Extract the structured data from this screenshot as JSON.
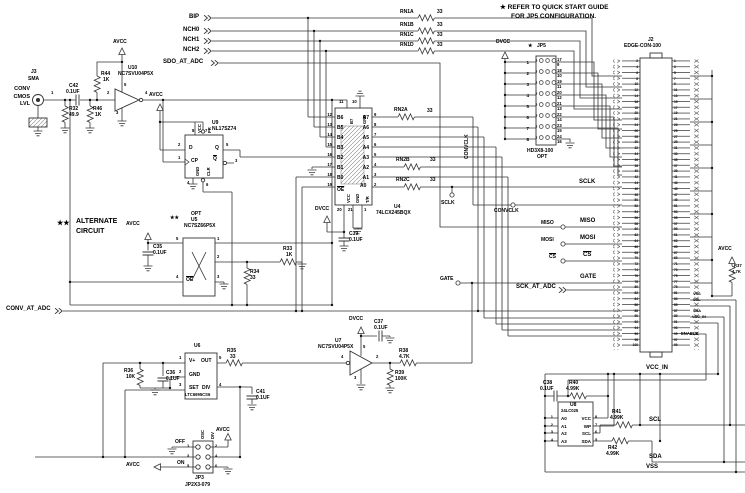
{
  "note": {
    "line1": "★ REFER TO QUICK START GUIDE",
    "line2": "FOR JP5 CONFIGURATION."
  },
  "alternate": {
    "stars": "★★",
    "line1": "ALTERNATE",
    "line2": "CIRCUIT"
  },
  "power": {
    "avcc": "AVCC",
    "dvcc": "DVCC",
    "vss": "VSS",
    "vcc_in": "VCC_IN"
  },
  "nets": {
    "conv_cmos_lvl": [
      "CONV",
      "CMOS",
      "LVL"
    ],
    "bip": "BIP",
    "nch0": "NCH0",
    "nch1": "NCH1",
    "nch2": "NCH2",
    "sdo_at_adc": "SDO_AT_ADC",
    "conv_at_adc": "CONV_AT_ADC",
    "sck_at_adc": "SCK_AT_ADC",
    "sclk": "SCLK",
    "convclk": "CONVCLK",
    "miso": "MISO",
    "mosi": "MOSI",
    "cs": "CS",
    "gate": "GATE",
    "scl": "SCL",
    "sda": "SDA",
    "enable": "ENABLE"
  },
  "components": {
    "j3": {
      "ref": "J3",
      "type": "SMA"
    },
    "c42": {
      "ref": "C42",
      "val": "0.1UF"
    },
    "r32": {
      "ref": "R32",
      "val": "49.9"
    },
    "r46": {
      "ref": "R46",
      "val": "1K"
    },
    "r44": {
      "ref": "R44",
      "val": "1K"
    },
    "u10": {
      "ref": "U10",
      "part": "NC7SVU04P5X"
    },
    "u9": {
      "ref": "U9",
      "part": "NL17SZ74"
    },
    "u5": {
      "ref": "U5",
      "part": "NC7SZ66P5X",
      "opt": "OPT"
    },
    "c35": {
      "ref": "C35",
      "val": "0.1UF"
    },
    "r33": {
      "ref": "R33",
      "val": "1K"
    },
    "r34": {
      "ref": "R34",
      "val": "33"
    },
    "u4": {
      "ref": "U4",
      "part": "74LCX245BQX"
    },
    "c39": {
      "ref": "C39",
      "val": "0.1UF"
    },
    "rn1": {
      "a": "RN1A",
      "b": "RN1B",
      "c": "RN1C",
      "d": "RN1D",
      "val": "33"
    },
    "rn2": {
      "a": "RN2A",
      "b": "RN2B",
      "c": "RN2C",
      "val": "33"
    },
    "jp5": {
      "ref": "JP5",
      "part": "HD3X8-100",
      "opt": "OPT",
      "star": "★"
    },
    "j2": {
      "ref": "J2",
      "part": "EDGE-CON-100"
    },
    "u7": {
      "ref": "U7",
      "part": "NC7SVU04P5X"
    },
    "c37": {
      "ref": "C37",
      "val": "0.1UF"
    },
    "r38": {
      "ref": "R38",
      "val": "4.7K"
    },
    "r39": {
      "ref": "R39",
      "val": "100K"
    },
    "u6": {
      "ref": "U6",
      "part": "LTC6995CS6"
    },
    "r35": {
      "ref": "R35",
      "val": "33"
    },
    "r36": {
      "ref": "R36",
      "val": "10K"
    },
    "c36": {
      "ref": "C36",
      "val": "0.1UF"
    },
    "c41": {
      "ref": "C41",
      "val": "0.1UF"
    },
    "jp3": {
      "ref": "JP3",
      "part": "JP2X3-079",
      "osc": "OSC",
      "div": "DIV",
      "off": "OFF",
      "on": "ON"
    },
    "u8": {
      "ref": "U8",
      "part": "24LC025"
    },
    "c38": {
      "ref": "C38",
      "val": "0.1UF"
    },
    "r40": {
      "ref": "R40",
      "val": "4.99K"
    },
    "r41": {
      "ref": "R41",
      "val": "4.99K"
    },
    "r42": {
      "ref": "R42",
      "val": "4.99K"
    },
    "r37": {
      "ref": "R37",
      "val": "4.7K"
    }
  },
  "pins": {
    "misc": {
      "n1": "1",
      "n2": "2",
      "n4": "4"
    },
    "u10": {
      "n2": "2",
      "n4": "4",
      "n5": "5",
      "n3": "3"
    },
    "u9": {
      "d": "D",
      "cp": "CP",
      "vcc": "VCC",
      "pr": "PR",
      "q": "Q",
      "qbar": "Q",
      "gnd": "GND",
      "clr": "CLR",
      "n2": "2",
      "n1": "1",
      "n8": "8",
      "n7": "7",
      "n5": "5",
      "n3": "3",
      "n4": "4",
      "n6": "6"
    },
    "u5": {
      "oe": "OE",
      "n5": "5",
      "n1": "1",
      "n2": "2",
      "n4": "4",
      "n3": "3"
    },
    "u4": {
      "b": [
        "B6",
        "B5",
        "B4",
        "B3",
        "B2",
        "B1",
        "B0"
      ],
      "oe": "OE",
      "a": [
        "A7",
        "A6",
        "A5",
        "A4",
        "A3",
        "A2",
        "A1"
      ],
      "a0": "A0",
      "b7": "B7",
      "gnd_top": "GND",
      "vcc": "VCC",
      "gnd_bot": "GND",
      "tr": "T/R",
      "left_nums": [
        "12",
        "13",
        "14",
        "15",
        "16",
        "17",
        "18",
        "19"
      ],
      "right_nums": [
        "9",
        "8",
        "7",
        "6",
        "5",
        "4",
        "3",
        "2"
      ],
      "n11": "11",
      "n10": "10",
      "n20": "20",
      "n21": "21",
      "n1": "1"
    },
    "u7": {
      "n4": "4",
      "n2": "2",
      "n5": "5",
      "n3": "3"
    },
    "u6": {
      "vplus": "V+",
      "gnd": "GND",
      "set": "SET",
      "out": "OUT",
      "div": "DIV",
      "n1": "1",
      "n2": "2",
      "n3": "3",
      "n5": "5",
      "n4": "4"
    },
    "u8": {
      "left": [
        "A0",
        "A1",
        "A2",
        "A3"
      ],
      "right": [
        "VCC",
        "WP",
        "SCL",
        "SDA"
      ],
      "left_nums": [
        "1",
        "2",
        "3",
        "4"
      ],
      "right_nums": [
        "8",
        "7",
        "6",
        "5"
      ]
    },
    "jp5": {
      "left": [
        "1",
        "2",
        "3",
        "4",
        "5",
        "6",
        "7",
        "8"
      ],
      "mid": [
        "17",
        "18",
        "19",
        "20",
        "21",
        "22",
        "23",
        "24"
      ],
      "sub": [
        "9",
        "10",
        "11",
        "12",
        "13",
        "14",
        "15",
        "16"
      ]
    },
    "jp3": {
      "left": [
        "1",
        "3",
        "5"
      ],
      "right": [
        "2",
        "4",
        "6"
      ]
    },
    "j2": {
      "left": [
        "2",
        "4",
        "6",
        "8",
        "10",
        "12",
        "14",
        "16",
        "18",
        "20",
        "22",
        "24",
        "26",
        "28",
        "30",
        "32",
        "34",
        "36",
        "38",
        "40",
        "42",
        "44",
        "46",
        "48",
        "50",
        "52",
        "54",
        "56",
        "58",
        "60",
        "62",
        "64",
        "66",
        "68",
        "70",
        "72",
        "74",
        "76",
        "78",
        "80",
        "82",
        "84",
        "86",
        "88",
        "90",
        "92",
        "94",
        "96",
        "98",
        "100"
      ],
      "right": [
        "1",
        "3",
        "5",
        "7",
        "9",
        "11",
        "13",
        "15",
        "17",
        "19",
        "21",
        "23",
        "25",
        "27",
        "29",
        "31",
        "33",
        "35",
        "37",
        "39",
        "41",
        "43",
        "45",
        "47",
        "49",
        "51",
        "53",
        "55",
        "57",
        "59",
        "61",
        "63",
        "65",
        "67",
        "69",
        "71",
        "73",
        "75",
        "77",
        "79",
        "81",
        "83",
        "85",
        "87",
        "89",
        "91",
        "93",
        "95",
        "97",
        "99"
      ]
    }
  }
}
